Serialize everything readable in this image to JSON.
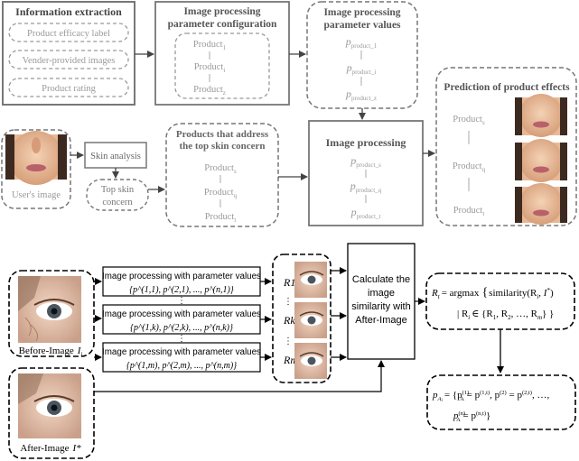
{
  "colors": {
    "faded_box": "#8a8a8a",
    "faded_text": "#9a9a9a",
    "dark": "#000000",
    "skin_light": "#f1c9a8",
    "skin_mid": "#d99b74",
    "lip": "#b8616a",
    "hair": "#3c2a20"
  },
  "top": {
    "info_extraction": {
      "title": "Information extraction",
      "items": [
        "Product efficacy label",
        "Vender-provided images",
        "Product rating"
      ]
    },
    "param_config": {
      "title_line1": "Image processing",
      "title_line2": "parameter configuration",
      "products": [
        "Product",
        "Product",
        "Product"
      ],
      "subs": [
        "1",
        "i",
        "z"
      ]
    },
    "param_values": {
      "title_line1": "Image processing",
      "title_line2": "parameter values",
      "values": [
        "p",
        "p",
        "p"
      ],
      "subs": [
        "product_1",
        "product_i",
        "product_z"
      ]
    },
    "user_image_label": "User's image",
    "skin_analysis": "Skin analysis",
    "top_concern_line1": "Top skin",
    "top_concern_line2": "concern",
    "address": {
      "title_line1": "Products that address",
      "title_line2": "the top skin concern",
      "products": [
        "Product",
        "Product",
        "Product"
      ],
      "subs": [
        "s",
        "q",
        "t"
      ]
    },
    "image_processing": {
      "title": "Image processing",
      "values": [
        "p",
        "p",
        "p"
      ],
      "subs": [
        "product_s",
        "product_q",
        "product_t"
      ]
    },
    "prediction": {
      "title": "Prediction of product effects",
      "products": [
        "Product",
        "Product",
        "Product"
      ],
      "subs": [
        "s",
        "q",
        "t"
      ]
    }
  },
  "bottom": {
    "before_label": "Before-Image",
    "before_var": "I",
    "before_sub": "i",
    "after_label": "After-Image",
    "after_var": "I*",
    "proc_rows": [
      {
        "title": "Image processing with parameter values",
        "set": "{p^(1,1), p^(2,1), ..., p^(n,1)}"
      },
      {
        "title": "Image processing with parameter values",
        "set": "{p^(1,k), p^(2,k), ..., p^(n,k)}"
      },
      {
        "title": "Image processing with parameter values",
        "set": "{p^(1,m), p^(2,m), ..., p^(n,m)}"
      }
    ],
    "results": [
      "R1",
      "Rk",
      "Rm"
    ],
    "calc_lines": [
      "Calculate the",
      "image",
      "similarity with",
      "After-Image"
    ],
    "formula_line1_lhs": "R",
    "formula_line1_mid": "= argmax",
    "formula_line1_fn": "similarity(R",
    "formula_line2": "| R",
    "formula_line2_set": "∈ {R",
    "param_line1": "= {p",
    "param_line2": "p"
  }
}
